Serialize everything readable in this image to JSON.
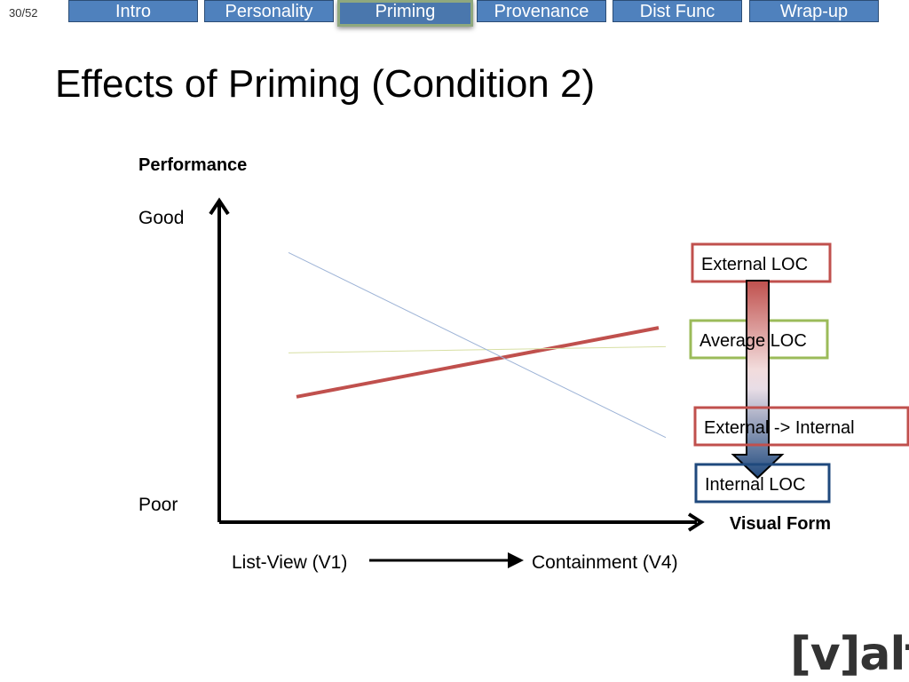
{
  "slide_number": "30/52",
  "nav": {
    "tabs": [
      {
        "label": "Intro",
        "active": false
      },
      {
        "label": "Personality",
        "active": false
      },
      {
        "label": "Priming",
        "active": true
      },
      {
        "label": "Provenance",
        "active": false
      },
      {
        "label": "Dist Func",
        "active": false
      },
      {
        "label": "Wrap-up",
        "active": false
      }
    ]
  },
  "title": "Effects of Priming (Condition 2)",
  "logo_text": "[v]alt",
  "colors": {
    "nav_tab": "#4f81bd",
    "external": "#c0504d",
    "average": "#9bbb59",
    "internal": "#1f497d",
    "external_to_internal": "#c0504d"
  },
  "chart_data": {
    "type": "line",
    "ylabel": "Performance",
    "xlabel": "Visual Form",
    "y_ticks": [
      "Poor",
      "Good"
    ],
    "x_categories": [
      "List-View (V1)",
      "Containment (V4)"
    ],
    "series": [
      {
        "name": "External LOC",
        "color": "#c0504d",
        "values": [
          0.4,
          0.62
        ]
      },
      {
        "name": "Average LOC",
        "color": "#9bbb59",
        "values": [
          0.54,
          0.56
        ]
      },
      {
        "name": "Internal LOC",
        "color": "#1f497d",
        "values": [
          0.86,
          0.27
        ]
      },
      {
        "name": "External -> Internal",
        "color": "#c0504d",
        "values": []
      }
    ],
    "grid": false,
    "legend": "right"
  }
}
